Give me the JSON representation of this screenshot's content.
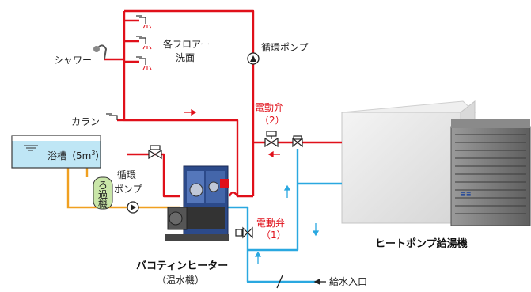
{
  "colors": {
    "hot_pipe": "#e0101a",
    "cold_pipe": "#2aa8e0",
    "filter_pipe": "#f0a020",
    "filter_fill": "#c9e6a8",
    "tank_water": "#bfe6f5",
    "label_red": "#e0101a"
  },
  "labels": {
    "floor_washroom_line1": "各フロアー",
    "floor_washroom_line2": "洗面",
    "circulation_pump_top": "循環ポンプ",
    "shower": "シャワー",
    "faucet": "カラン",
    "bath_tank": "浴槽（5m",
    "bath_tank_sup": "3",
    "bath_tank_close": "）",
    "filter": "ろ過機",
    "circulation_pump_lower_line1": "循環",
    "circulation_pump_lower_line2": "ポンプ",
    "valve2_line1": "電動弁",
    "valve2_line2": "（2）",
    "valve1_line1": "電動弁",
    "valve1_line2": "（1）",
    "heater_name": "バコティンヒーター",
    "heater_sub": "（温水機）",
    "heat_pump": "ヒートポンプ給湯機",
    "water_inlet": "給水入口"
  },
  "icons": {
    "faucets": "faucet-icon",
    "shower": "shower-icon",
    "pump": "pump-icon",
    "valve": "valve-icon",
    "flow_arrow": "arrow-icon"
  }
}
